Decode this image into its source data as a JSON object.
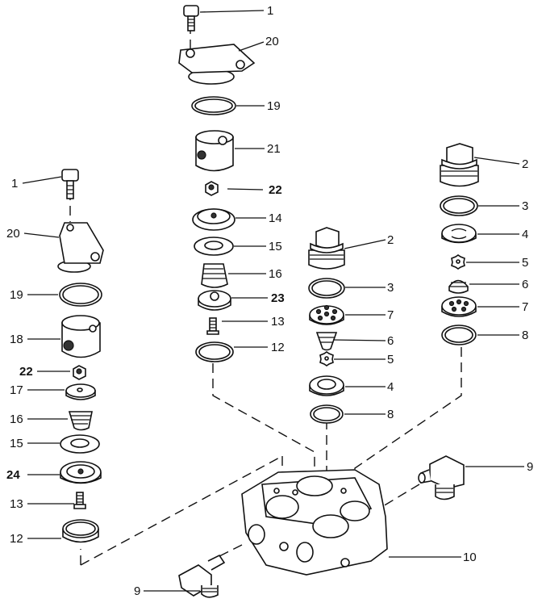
{
  "diagram": {
    "title": "",
    "type": "exploded-parts-view",
    "columns": [
      {
        "name": "left-valve-stack",
        "callouts": [
          {
            "id": "l1",
            "label": "1"
          },
          {
            "id": "l20",
            "label": "20"
          },
          {
            "id": "l19",
            "label": "19"
          },
          {
            "id": "l18",
            "label": "18"
          },
          {
            "id": "l22",
            "label": "22"
          },
          {
            "id": "l17",
            "label": "17"
          },
          {
            "id": "l16",
            "label": "16"
          },
          {
            "id": "l15",
            "label": "15"
          },
          {
            "id": "l24",
            "label": "24"
          },
          {
            "id": "l13",
            "label": "13"
          },
          {
            "id": "l12",
            "label": "12"
          }
        ]
      },
      {
        "name": "center-valve-stack",
        "callouts": [
          {
            "id": "c1",
            "label": "1"
          },
          {
            "id": "c20",
            "label": "20"
          },
          {
            "id": "c19",
            "label": "19"
          },
          {
            "id": "c21",
            "label": "21"
          },
          {
            "id": "c22",
            "label": "22"
          },
          {
            "id": "c14",
            "label": "14"
          },
          {
            "id": "c15",
            "label": "15"
          },
          {
            "id": "c16",
            "label": "16"
          },
          {
            "id": "c23",
            "label": "23"
          },
          {
            "id": "c13",
            "label": "13"
          },
          {
            "id": "c12",
            "label": "12"
          }
        ]
      },
      {
        "name": "middle-plug-stack",
        "callouts": [
          {
            "id": "m2",
            "label": "2"
          },
          {
            "id": "m3",
            "label": "3"
          },
          {
            "id": "m7",
            "label": "7"
          },
          {
            "id": "m6",
            "label": "6"
          },
          {
            "id": "m5",
            "label": "5"
          },
          {
            "id": "m4",
            "label": "4"
          },
          {
            "id": "m8",
            "label": "8"
          }
        ]
      },
      {
        "name": "right-plug-stack",
        "callouts": [
          {
            "id": "r2",
            "label": "2"
          },
          {
            "id": "r3",
            "label": "3"
          },
          {
            "id": "r4",
            "label": "4"
          },
          {
            "id": "r5",
            "label": "5"
          },
          {
            "id": "r6",
            "label": "6"
          },
          {
            "id": "r7",
            "label": "7"
          },
          {
            "id": "r8",
            "label": "8"
          }
        ]
      }
    ],
    "base": {
      "callouts": [
        {
          "id": "b9r",
          "label": "9"
        },
        {
          "id": "b10",
          "label": "10"
        },
        {
          "id": "b9l",
          "label": "9"
        }
      ]
    }
  }
}
